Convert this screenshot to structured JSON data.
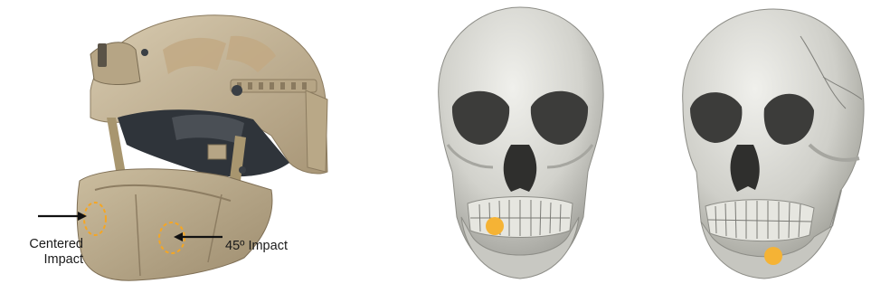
{
  "figure": {
    "helmet_panel": {
      "labels": {
        "centered_impact_line1": "Centered",
        "centered_impact_line2": "Impact",
        "angled_impact": "45º Impact"
      }
    },
    "colors": {
      "helmet_tan": "#c9b99a",
      "helmet_dark": "#3a3f45",
      "impact_marker": "#f5a623",
      "bone": "#d9d9d4"
    },
    "icons": [
      "helmet-image",
      "skull-front-image",
      "skull-oblique-image",
      "impact-marker-icon",
      "arrow-icon"
    ]
  }
}
